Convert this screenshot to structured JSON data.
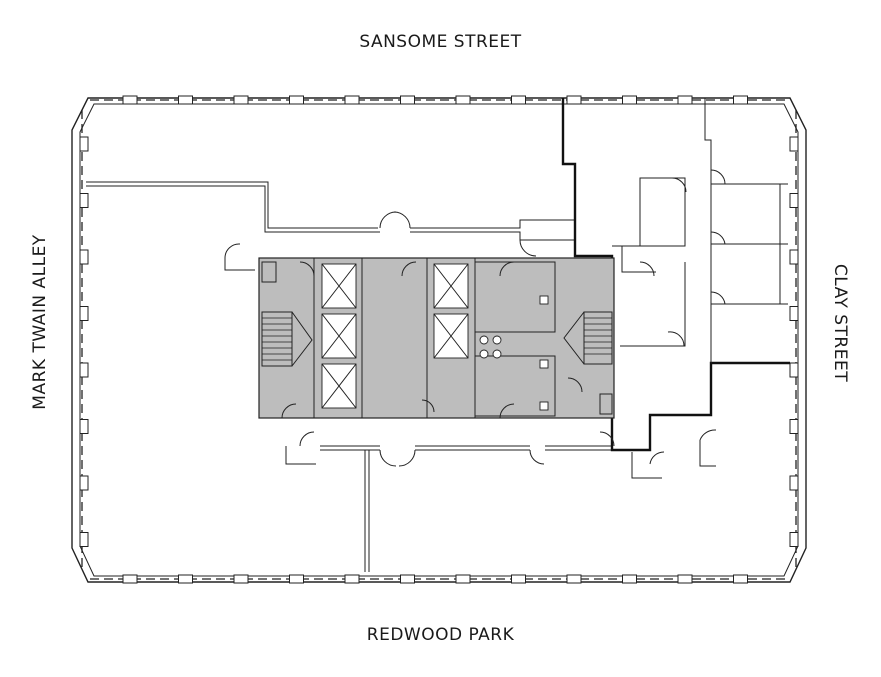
{
  "streets": {
    "north": "SANSOME STREET",
    "south": "REDWOOD PARK",
    "west": "MARK TWAIN ALLEY",
    "east": "CLAY STREET"
  },
  "colors": {
    "core_fill": "#bdbdbd",
    "line": "#222222",
    "background": "#ffffff"
  }
}
